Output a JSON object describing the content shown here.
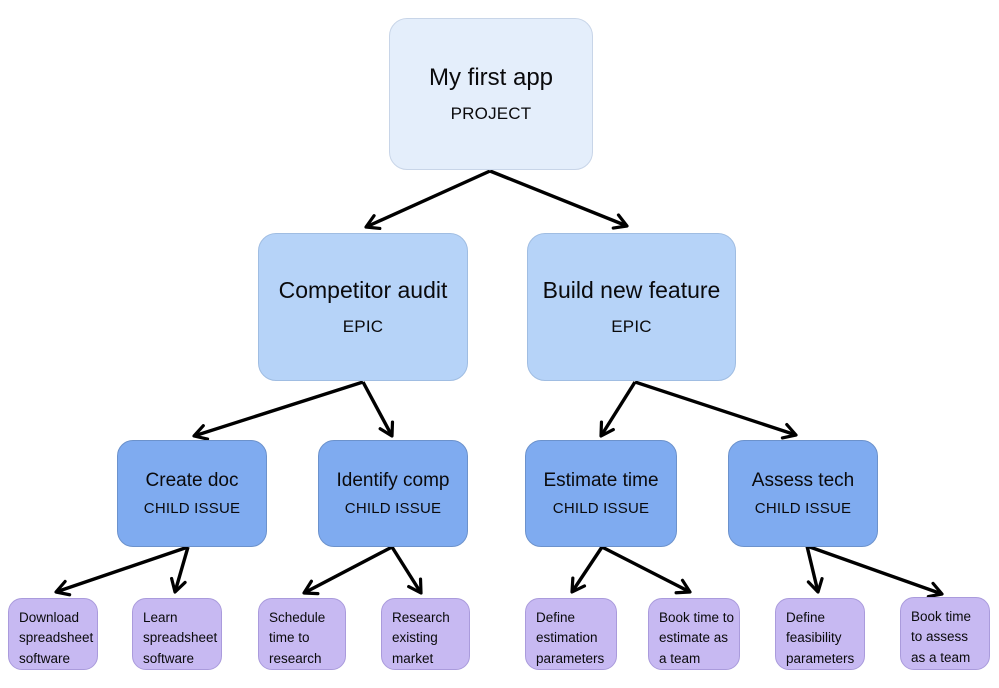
{
  "diagram": {
    "project": {
      "title": "My first app",
      "type_label": "PROJECT"
    },
    "epics": [
      {
        "title": "Competitor audit",
        "type_label": "EPIC"
      },
      {
        "title": "Build new feature",
        "type_label": "EPIC"
      }
    ],
    "child_issues": [
      {
        "title": "Create doc",
        "type_label": "CHILD ISSUE"
      },
      {
        "title": "Identify comp",
        "type_label": "CHILD ISSUE"
      },
      {
        "title": "Estimate time",
        "type_label": "CHILD ISSUE"
      },
      {
        "title": "Assess tech",
        "type_label": "CHILD ISSUE"
      }
    ],
    "tasks": [
      {
        "text": "Download spreadsheet software"
      },
      {
        "text": "Learn spreadsheet software"
      },
      {
        "text": "Schedule time to research"
      },
      {
        "text": "Research existing market"
      },
      {
        "text": "Define estimation parameters"
      },
      {
        "text": "Book time to estimate as a team"
      },
      {
        "text": "Define feasibility parameters"
      },
      {
        "text": "Book time to assess as a team"
      }
    ],
    "colors": {
      "project_fill": "#E4EEFB",
      "project_border": "#C8D5E8",
      "epic_fill": "#B6D3F8",
      "epic_border": "#A0BDE2",
      "child_fill": "#7FABF0",
      "child_border": "#6C92CC",
      "task_fill": "#C7B9F2",
      "task_border": "#AA9BDC",
      "arrow": "#000000"
    }
  }
}
